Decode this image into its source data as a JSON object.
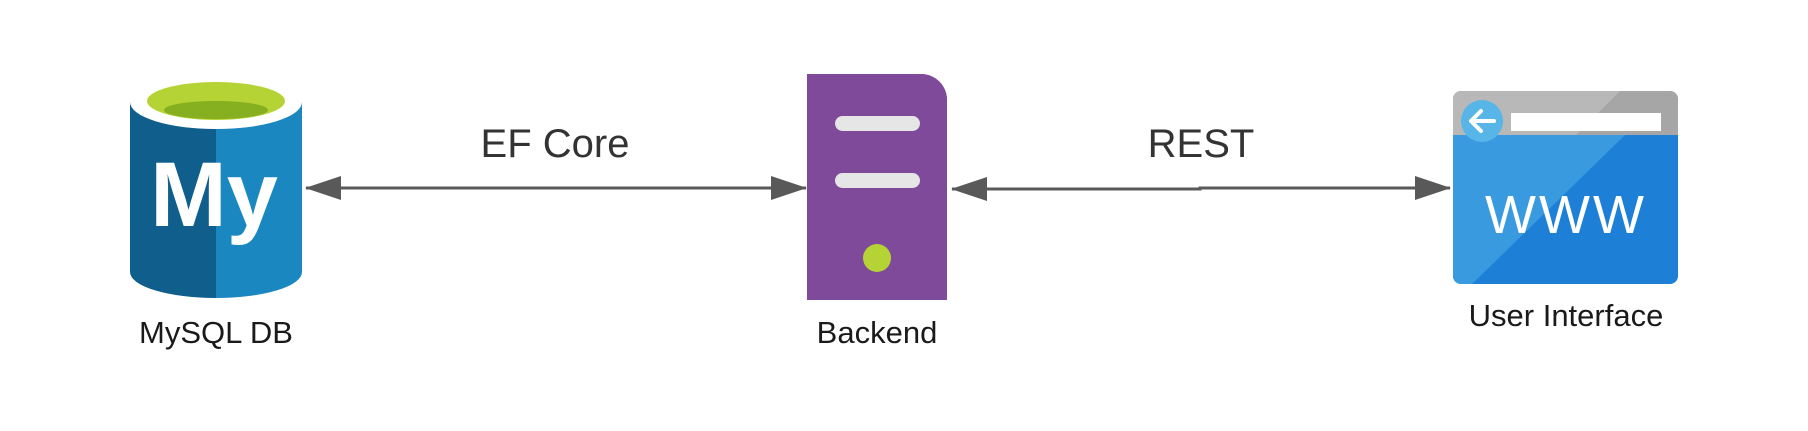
{
  "nodes": {
    "mysql": {
      "label": "MySQL DB",
      "icon": "mysql-database-icon",
      "logo_text": "My"
    },
    "backend": {
      "label": "Backend",
      "icon": "server-icon"
    },
    "ui": {
      "label": "User Interface",
      "icon": "web-browser-icon",
      "logo_text": "WWW"
    }
  },
  "edges": {
    "ef_core": {
      "label": "EF Core",
      "from": "MySQL DB",
      "to": "Backend",
      "direction": "bidirectional"
    },
    "rest": {
      "label": "REST",
      "from": "Backend",
      "to": "User Interface",
      "direction": "bidirectional"
    }
  },
  "colors": {
    "mysql_blue_dark": "#0f5e8c",
    "mysql_blue_light": "#1a87c0",
    "mysql_green": "#b5d334",
    "backend_purple": "#7f4a9a",
    "ui_blue": "#1d80d6",
    "ui_grey": "#a6a6a6",
    "arrow": "#595959"
  }
}
